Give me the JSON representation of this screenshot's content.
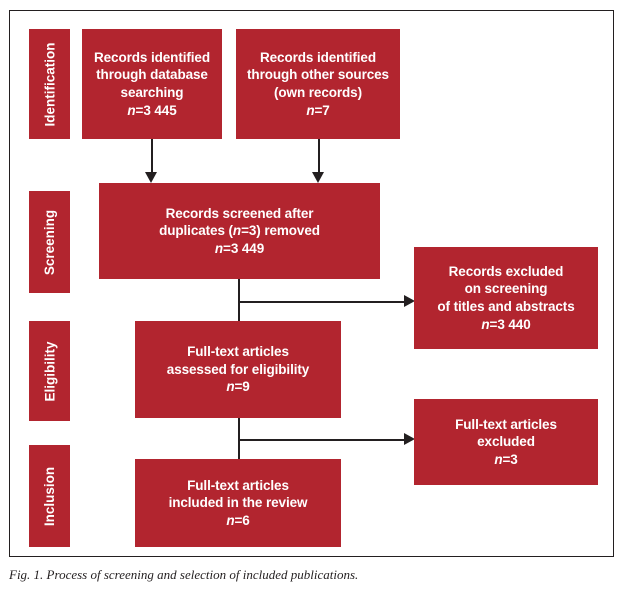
{
  "figure": {
    "caption": "Fig. 1. Process of screening and selection of included publications.",
    "accent_color": "#b2252f",
    "line_color": "#231f20",
    "text_color": "#ffffff",
    "background_color": "#ffffff"
  },
  "stages": [
    {
      "id": "identification",
      "label": "Identification"
    },
    {
      "id": "screening",
      "label": "Screening"
    },
    {
      "id": "eligibility",
      "label": "Eligibility"
    },
    {
      "id": "inclusion",
      "label": "Inclusion"
    }
  ],
  "nodes": {
    "database_records": {
      "line1": "Records identified",
      "line2": "through database",
      "line3": "searching",
      "count_var": "n",
      "count_value": "=3 445"
    },
    "other_records": {
      "line1": "Records identified",
      "line2": "through other sources",
      "line3": "(own records)",
      "count_var": "n",
      "count_value": "=7"
    },
    "screened": {
      "line1": "Records screened after",
      "line2_a": "duplicates (",
      "line2_var": "n",
      "line2_b": "=3) removed",
      "count_var": "n",
      "count_value": "=3 449"
    },
    "records_excluded": {
      "line1": "Records excluded",
      "line2": "on screening",
      "line3": "of titles and abstracts",
      "count_var": "n",
      "count_value": "=3 440"
    },
    "eligibility_assessed": {
      "line1": "Full-text articles",
      "line2": "assessed for eligibility",
      "count_var": "n",
      "count_value": "=9"
    },
    "fulltext_excluded": {
      "line1": "Full-text articles",
      "line2": "excluded",
      "count_var": "n",
      "count_value": "=3"
    },
    "included": {
      "line1": "Full-text articles",
      "line2": "included in the review",
      "count_var": "n",
      "count_value": "=6"
    }
  },
  "chart_data": {
    "type": "diagram",
    "title": "PRISMA flow of screening and selection of included publications",
    "stages": [
      "Identification",
      "Screening",
      "Eligibility",
      "Inclusion"
    ],
    "flow": [
      {
        "stage": "Identification",
        "node": "Records identified through database searching",
        "n": 3445
      },
      {
        "stage": "Identification",
        "node": "Records identified through other sources (own records)",
        "n": 7
      },
      {
        "stage": "Screening",
        "node": "Records screened after duplicates (n=3) removed",
        "n": 3449,
        "duplicates_removed": 3
      },
      {
        "stage": "Screening",
        "node": "Records excluded on screening of titles and abstracts",
        "n": 3440,
        "excluded": true
      },
      {
        "stage": "Eligibility",
        "node": "Full-text articles assessed for eligibility",
        "n": 9
      },
      {
        "stage": "Eligibility",
        "node": "Full-text articles excluded",
        "n": 3,
        "excluded": true
      },
      {
        "stage": "Inclusion",
        "node": "Full-text articles included in the review",
        "n": 6
      }
    ]
  }
}
